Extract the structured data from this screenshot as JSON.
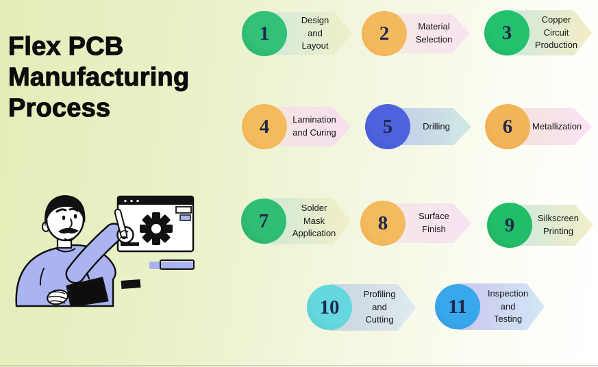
{
  "page": {
    "title": "Flex PCB Manufacturing Process",
    "title_lines": [
      "Flex PCB",
      "Manufacturing",
      "Process"
    ]
  },
  "colors": {
    "background_left": "#e4eeba",
    "background_right": "#ffffff",
    "title_ink": "#0c0c0c",
    "number_ink": "#20294d",
    "label_ink": "#151515",
    "illustration_accent": "#aab4f0",
    "illustration_ink": "#111111"
  },
  "steps": [
    {
      "num": "1",
      "label": "Design and Layout",
      "lines": [
        "Design",
        "and",
        "Layout"
      ],
      "circle": "#31c177",
      "circle_shade": "#29ad69",
      "banner_from": "#d2e9dc",
      "banner_to": "#f1efc9"
    },
    {
      "num": "2",
      "label": "Material Selection",
      "lines": [
        "Material",
        "Selection"
      ],
      "circle": "#f3ba5d",
      "circle_shade": "#eeae4d",
      "banner_from": "#f5e9e3",
      "banner_to": "#f8e3f2"
    },
    {
      "num": "3",
      "label": "Copper Circuit Production",
      "lines": [
        "Copper",
        "Circuit",
        "Production"
      ],
      "circle": "#23c16e",
      "circle_shade": "#1fae62",
      "banner_from": "#cfe9dd",
      "banner_to": "#f4edc6"
    },
    {
      "num": "4",
      "label": "Lamination and Curing",
      "lines": [
        "Lamination",
        "and Curing"
      ],
      "circle": "#f4bb5d",
      "circle_shade": "#efb04f",
      "banner_from": "#f4e5e1",
      "banner_to": "#f8dff0"
    },
    {
      "num": "5",
      "label": "Drilling",
      "lines": [
        "Drilling"
      ],
      "circle": "#4d63de",
      "circle_shade": "#4258cf",
      "banner_from": "#c2cbe9",
      "banner_to": "#d0e9e4"
    },
    {
      "num": "6",
      "label": "Metallization",
      "lines": [
        "Metallization"
      ],
      "circle": "#f2b457",
      "circle_shade": "#edaa49",
      "banner_from": "#f5e3da",
      "banner_to": "#fae3f5"
    },
    {
      "num": "7",
      "label": "Solder Mask Application",
      "lines": [
        "Solder",
        "Mask",
        "Application"
      ],
      "circle": "#2fbe73",
      "circle_shade": "#28aa66",
      "banner_from": "#d0e9d8",
      "banner_to": "#f3efc7"
    },
    {
      "num": "8",
      "label": "Surface Finish",
      "lines": [
        "Surface",
        "Finish"
      ],
      "circle": "#f3ba5e",
      "circle_shade": "#eead4e",
      "banner_from": "#f5e8e5",
      "banner_to": "#f7e2f3"
    },
    {
      "num": "9",
      "label": "Silkscreen Printing",
      "lines": [
        "Silkscreen",
        "Printing"
      ],
      "circle": "#22bd68",
      "circle_shade": "#1ea95c",
      "banner_from": "#cce8dd",
      "banner_to": "#f4eec9"
    },
    {
      "num": "10",
      "label": "Profiling and Cutting",
      "lines": [
        "Profiling",
        "and",
        "Cutting"
      ],
      "circle": "#64d8de",
      "circle_shade": "#55c9d2",
      "banner_from": "#c8d5df",
      "banner_to": "#e0eaf0"
    },
    {
      "num": "11",
      "label": "Inspection and Testing",
      "lines": [
        "Inspection",
        "and",
        "Testing"
      ],
      "circle": "#39a7ec",
      "circle_shade": "#2f97dd",
      "banner_from": "#cac6ee",
      "banner_to": "#d2e7f6"
    }
  ],
  "illustration": {
    "name": "man-pointing-at-settings-screen",
    "elements": [
      "browser-window-icon",
      "gear-icon",
      "list-icon",
      "progress-bar",
      "tablet-icon",
      "person"
    ]
  }
}
